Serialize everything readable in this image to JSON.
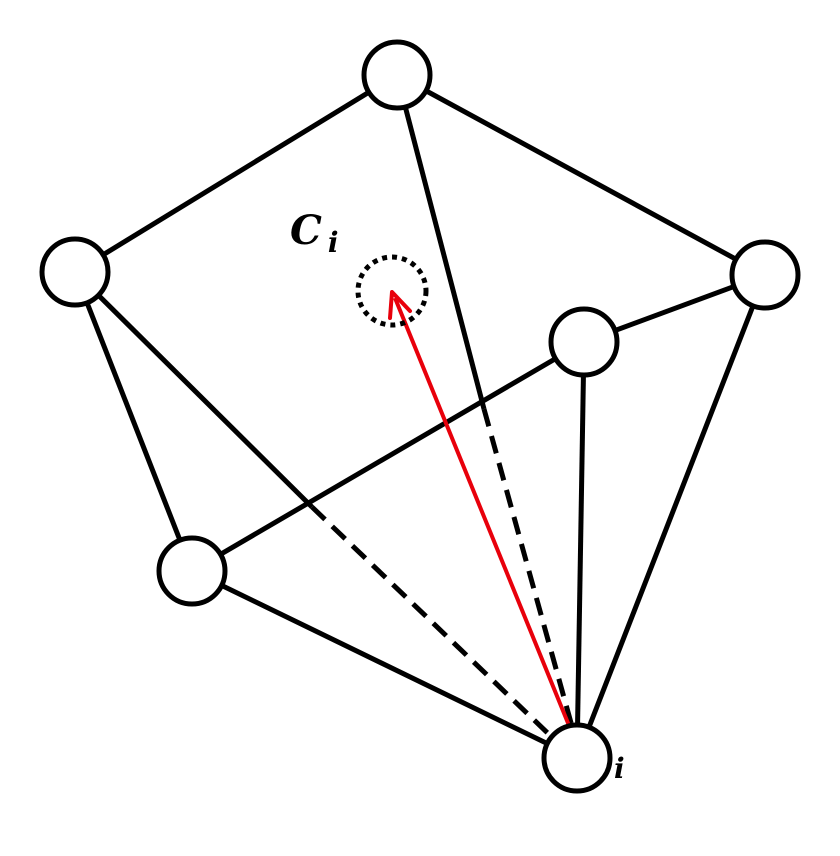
{
  "diagram": {
    "centroid_label": "C",
    "centroid_subscript": "i",
    "node_label": "i",
    "colors": {
      "edge": "#000000",
      "node_fill": "#ffffff",
      "arrow": "#e8000b"
    }
  }
}
